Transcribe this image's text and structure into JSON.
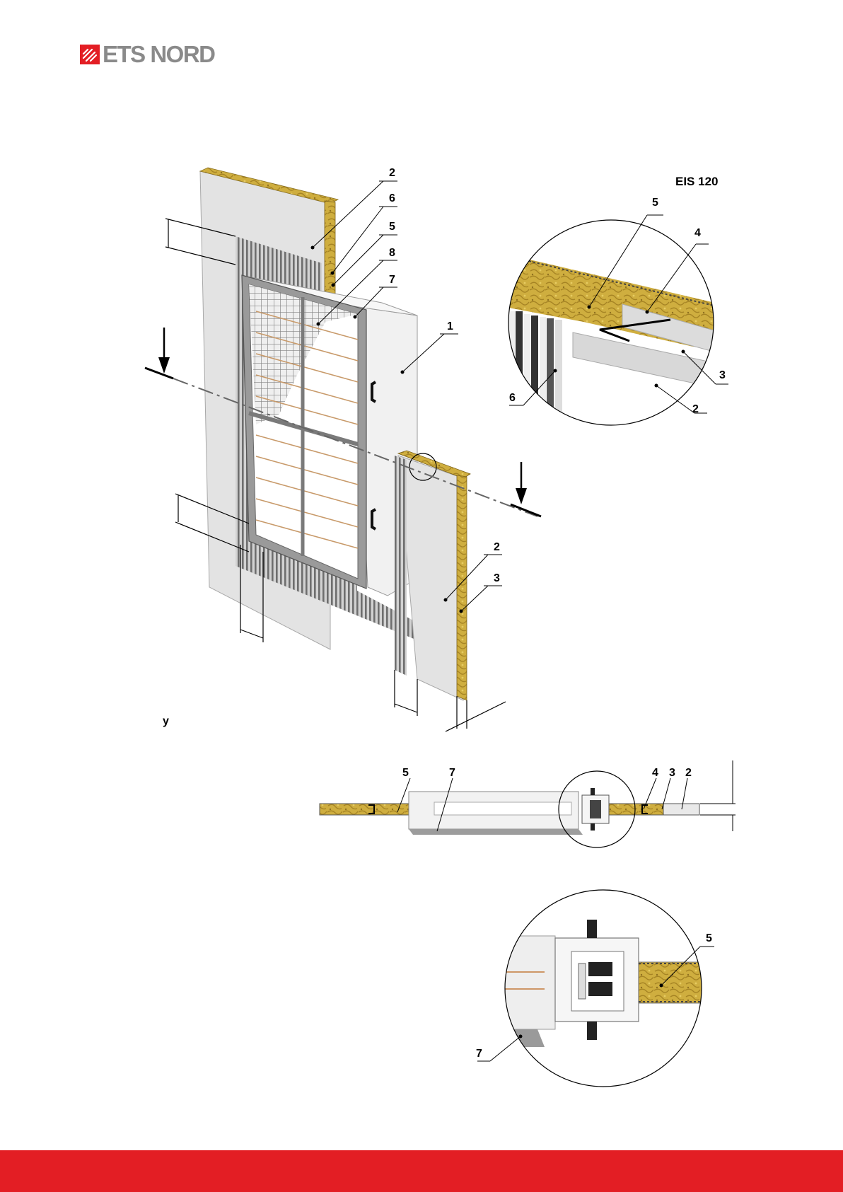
{
  "brand": {
    "name": "ETS NORD",
    "color": "#e31e24",
    "text_color": "#8a8a8a"
  },
  "classification": "EIS 120",
  "axis_label": "y",
  "callouts": {
    "main": [
      "2",
      "6",
      "5",
      "8",
      "7",
      "1",
      "2",
      "3"
    ],
    "detail_top": [
      "5",
      "4",
      "3",
      "6",
      "2"
    ],
    "section": [
      "5",
      "7",
      "4",
      "3",
      "2"
    ],
    "detail_bottom": [
      "5",
      "7"
    ]
  },
  "colors": {
    "insulation": "#c8a63c",
    "board": "#e4e4e4",
    "frame": "#8c8c8c",
    "footer": "#e31e24"
  }
}
